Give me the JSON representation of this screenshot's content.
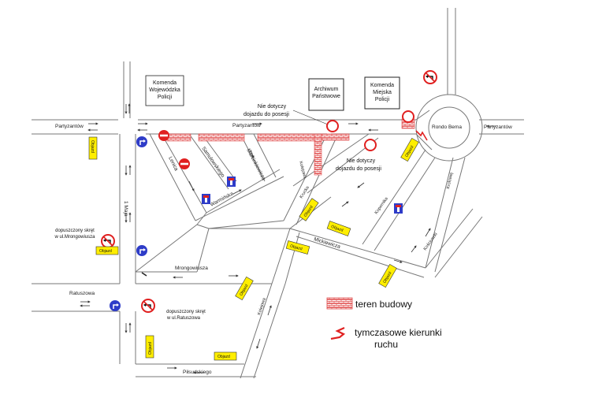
{
  "streets": {
    "partyzantow_left": "Partyzantów",
    "partyzantow_mid": "Partyzantów",
    "partyzantow_right": "Partyzantów",
    "lenica": "Lenica",
    "samulowskiego": "Samulowskiego",
    "marcinkiewicza": "Marcinkiewicza",
    "warminska": "Warmińska",
    "jeden_maja": "1 Maja",
    "mrongowiusza": "Mrongowiusza",
    "ratuszowa": "Ratuszowa",
    "pilsudskiego": "Piłsudskiego",
    "kolejowa_upper": "Kolejowa",
    "krucka": "Krucka",
    "kopernika": "Kopernika",
    "mickiewicza": "Mickiewicza",
    "kolejowa_lower": "Kolejowa",
    "kosciuszki": "Kościuszki",
    "krolowej": "Krolowej",
    "rondo": "Rondo Bema"
  },
  "buildings": {
    "komenda_wojewodzka": [
      "Komenda",
      "Wojewódzka",
      "Policji"
    ],
    "archiwum": [
      "Archiwum",
      "Państwowe"
    ],
    "komenda_miejska": [
      "Komenda",
      "Miejska",
      "Policji"
    ]
  },
  "notes": {
    "nie_dotyczy_1": [
      "Nie dotyczy",
      "dojazdu do posesji"
    ],
    "nie_dotyczy_2": [
      "Nie dotyczy",
      "dojazdu do posesji"
    ],
    "skret_mrongowiusza": [
      "dopuszczony skręt",
      "w ul.Mrongowiusza"
    ],
    "skret_ratuszowa": [
      "dopuszczony skręt",
      "w ul.Ratuszowa"
    ]
  },
  "detour_signs": {
    "objazd": "Objazd"
  },
  "legend": {
    "construction": "teren budowy",
    "temp_direction_line1": "tymczasowe kierunki",
    "temp_direction_line2": "ruchu"
  },
  "colors": {
    "construction": "#e04848",
    "detour_sign": "#ffee00",
    "mandatory_sign": "#2e3cc8",
    "road": "#777777"
  }
}
